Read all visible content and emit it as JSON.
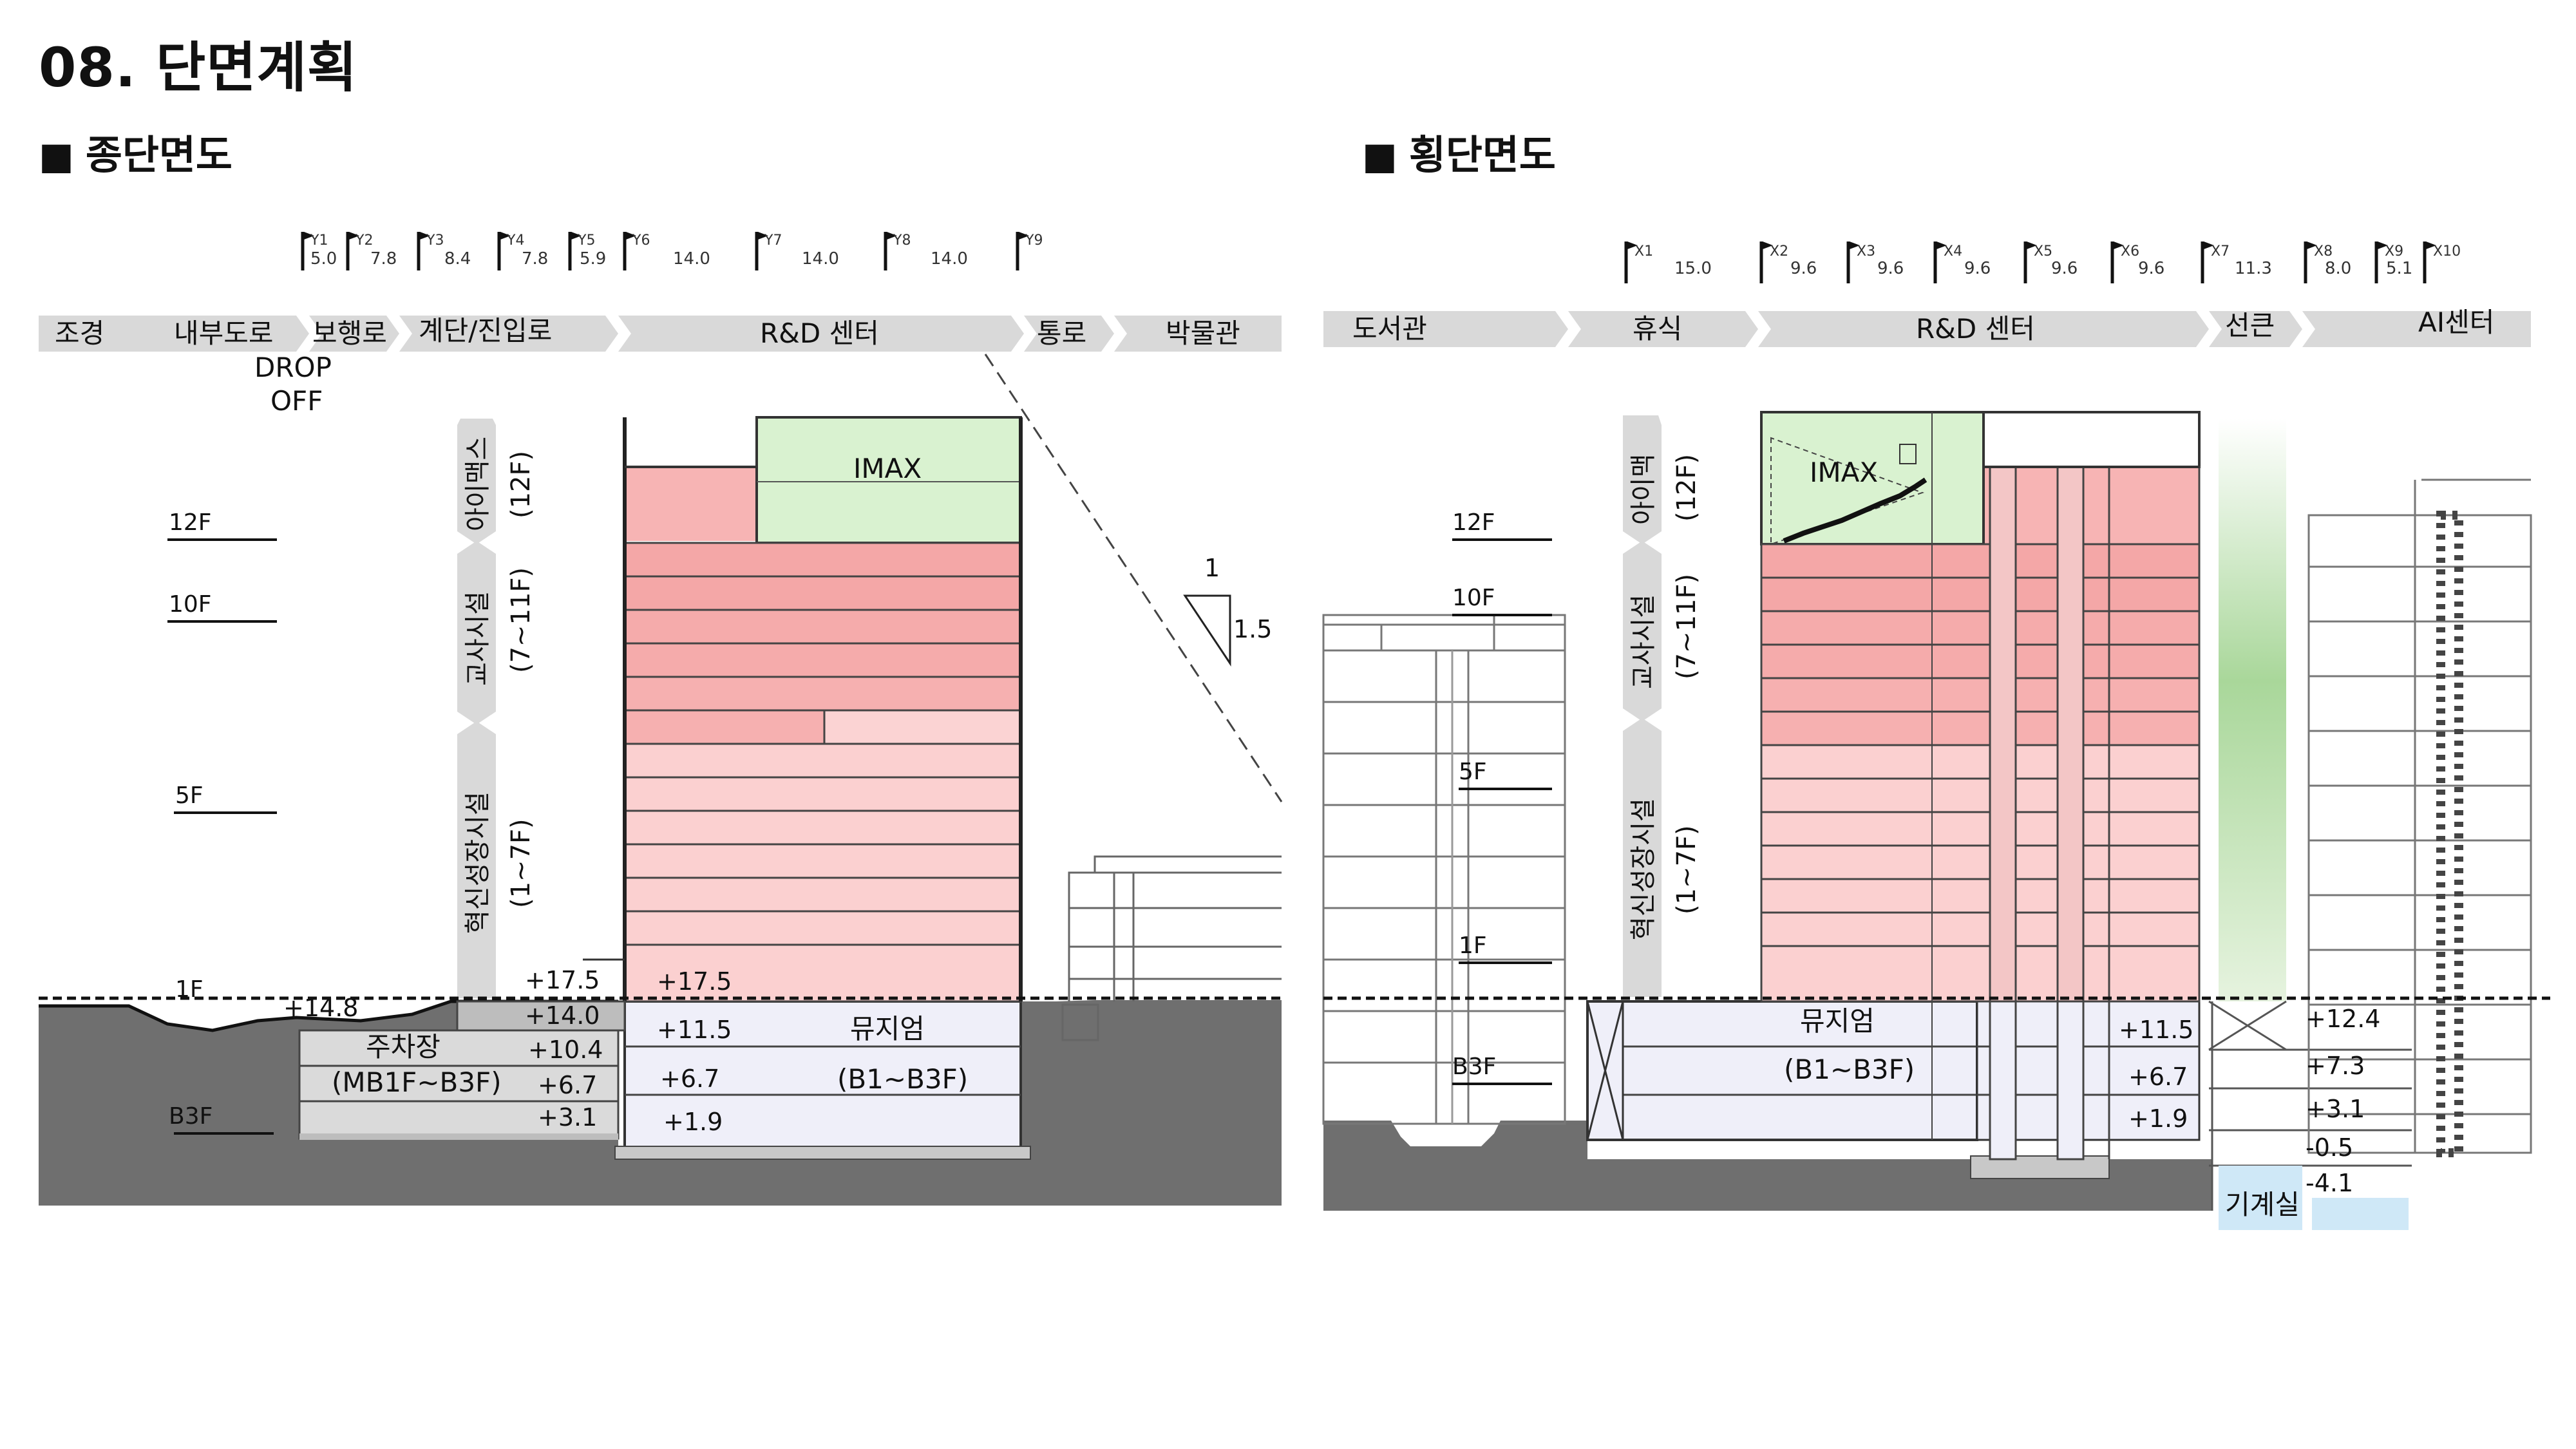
{
  "page_title": "08. 단면계획",
  "sections": {
    "longitudinal": {
      "title": "종단면도",
      "grid": [
        {
          "id": "Y1",
          "dim": "5.0"
        },
        {
          "id": "Y2",
          "dim": "7.8"
        },
        {
          "id": "Y3",
          "dim": "8.4"
        },
        {
          "id": "Y4",
          "dim": "7.8"
        },
        {
          "id": "Y5",
          "dim": "5.9"
        },
        {
          "id": "Y6",
          "dim": "14.0"
        },
        {
          "id": "Y7",
          "dim": "14.0"
        },
        {
          "id": "Y8",
          "dim": "14.0"
        },
        {
          "id": "Y9",
          "dim": ""
        }
      ],
      "bands": [
        "조경",
        "내부도로",
        "보행로",
        "계단/진입로",
        "R&D 센터",
        "통로",
        "박물관"
      ],
      "drop_off": [
        "DROP",
        "OFF"
      ],
      "levels": [
        "12F",
        "10F",
        "5F",
        "1F",
        "B3F"
      ],
      "programs": [
        {
          "name": "아이맥스",
          "floors": "(12F)"
        },
        {
          "name": "교사시설",
          "floors": "(7~11F)"
        },
        {
          "name": "혁신성장시설",
          "floors": "(1~7F)"
        }
      ],
      "imax_label": "IMAX",
      "museum_label": "뮤지엄",
      "museum_floors": "(B1~B3F)",
      "parking_label": "주차장",
      "parking_floors": "(MB1F~B3F)",
      "elevations_left": [
        "+14.8",
        "+17.5",
        "+14.0",
        "+10.4",
        "+6.7",
        "+3.1"
      ],
      "elevations_bldg": [
        "+17.5",
        "+11.5",
        "+6.7",
        "+1.9"
      ],
      "slope": {
        "rise": "1",
        "run": "1.5"
      }
    },
    "cross": {
      "title": "횡단면도",
      "grid": [
        {
          "id": "X1",
          "dim": "15.0"
        },
        {
          "id": "X2",
          "dim": "9.6"
        },
        {
          "id": "X3",
          "dim": "9.6"
        },
        {
          "id": "X4",
          "dim": "9.6"
        },
        {
          "id": "X5",
          "dim": "9.6"
        },
        {
          "id": "X6",
          "dim": "9.6"
        },
        {
          "id": "X7",
          "dim": "11.3"
        },
        {
          "id": "X8",
          "dim": "8.0"
        },
        {
          "id": "X9",
          "dim": "5.1"
        },
        {
          "id": "X10",
          "dim": ""
        }
      ],
      "bands": [
        "도서관",
        "휴식",
        "R&D 센터",
        "선큰",
        "AI센터"
      ],
      "levels": [
        "12F",
        "10F",
        "5F",
        "1F",
        "B3F"
      ],
      "programs": [
        {
          "name": "아이맥",
          "floors": "(12F)"
        },
        {
          "name": "교사시설",
          "floors": "(7~11F)"
        },
        {
          "name": "혁신성장시설",
          "floors": "(1~7F)"
        }
      ],
      "imax_label": "IMAX",
      "museum_label": "뮤지엄",
      "museum_floors": "(B1~B3F)",
      "elevations_bldg": [
        "+11.5",
        "+6.7",
        "+1.9"
      ],
      "elevations_sunken": [
        "+12.4",
        "+7.3",
        "+3.1",
        "-0.5",
        "-4.1"
      ],
      "machine_room": "기계실"
    }
  }
}
